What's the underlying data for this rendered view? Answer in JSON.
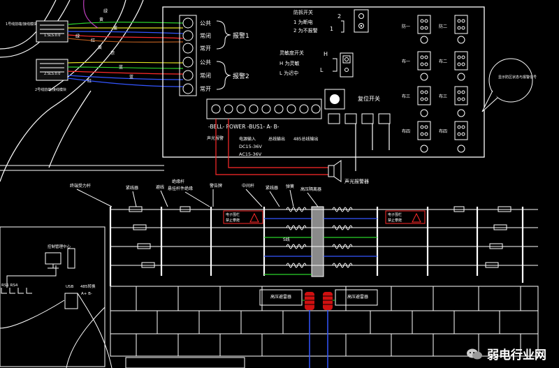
{
  "top_left": {
    "module1": {
      "code": "1.SLS.0.0",
      "caption": "1号线前端/接线模块"
    },
    "module2": {
      "code": "2.SLS.0.0",
      "caption": "2号线前端/接线模块"
    },
    "wire_labels": [
      "绿",
      "黄",
      "蓝",
      "红",
      "棕",
      "黄",
      "绿",
      "红",
      "蓝",
      "蓝"
    ]
  },
  "host": {
    "alarm_terminals_1": [
      "公共",
      "常闭",
      "常开"
    ],
    "alarm_terminals_2": [
      "公共",
      "常闭",
      "常开"
    ],
    "alarm1_label": "报警1",
    "alarm2_label": "报警2",
    "tamper_title": "防拆开关",
    "tamper_opt1": "1 为断电",
    "tamper_opt2": "2 为不报警",
    "jp_2": "2",
    "jp_1": "1",
    "sens_title": "灵敏度开关",
    "sens_h_mark": "H",
    "sens_l_mark": "L",
    "sens_h": "H 为灵敏",
    "sens_l": "L 为迟中",
    "reset_label": "复位开关",
    "bottom_terms": "-BELL-   POWER  -BUS1-   A-  B-",
    "bell_label": "声光报警",
    "power_label": "电源输入",
    "dc": "DC15-36V",
    "ac": "AC15-36V",
    "bus_label": "总线输出",
    "rs485_label": "485总线输出",
    "leds": [
      {
        "l": "防一",
        "r": "防二"
      },
      {
        "l": "布一",
        "r": "布二"
      },
      {
        "l": "布三",
        "r": "布三"
      },
      {
        "l": "布四",
        "r": "布四"
      }
    ],
    "bubble": "显示防区状态与报警信号"
  },
  "siren_label": "声光报警器",
  "fence": {
    "labels": [
      "终端受力杆",
      "紧线器",
      "避线",
      "绝缘杆",
      "警告牌",
      "中间杆",
      "紧线器",
      "弹簧",
      "高压隔离器"
    ],
    "sublabel": "悬挂杆件绝缘",
    "warn_left_1": "电子围栏",
    "warn_left_2": "禁止攀爬",
    "warn_right_1": "电子围栏",
    "warn_right_2": "禁止攀爬",
    "ground_label": "S线",
    "hv_left": "高压避雷器",
    "hv_right": "高压避雷器"
  },
  "lower_left": {
    "title": "控制管理中心",
    "ports_left": "RS1   RS4",
    "port_usb": "USB",
    "port_box": "485转换",
    "ab": "A+  B-"
  },
  "watermark": "弱电行业网"
}
